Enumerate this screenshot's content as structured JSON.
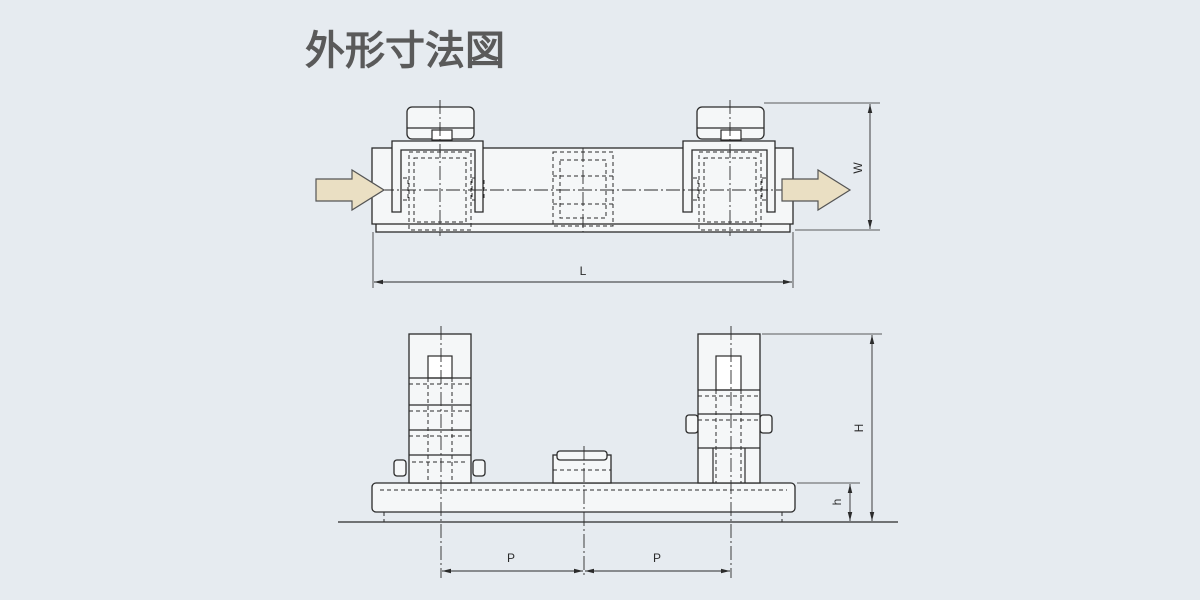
{
  "title": "外形寸法図",
  "dimensions": {
    "w": "W",
    "l": "L",
    "h_total": "H",
    "h_base": "h",
    "p_left": "P",
    "p_right": "P"
  },
  "colors": {
    "background": "#e6ebf0",
    "part": "#f5f7f8",
    "line": "#2b2b2b",
    "flow_arrow": "#eadfc3",
    "title": "#5a5a5a"
  }
}
